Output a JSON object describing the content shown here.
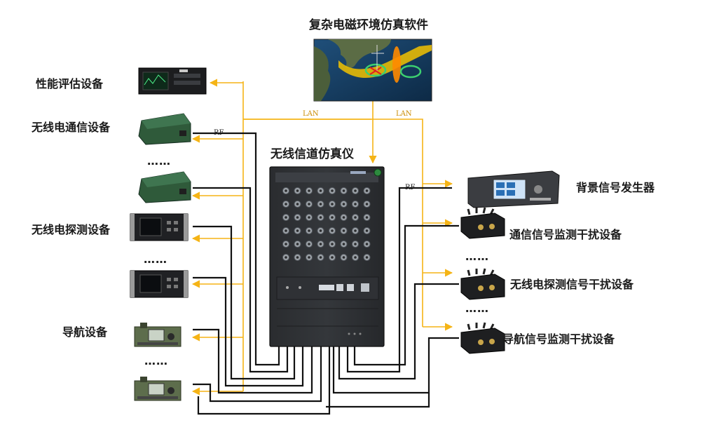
{
  "title_software": "复杂电磁环境仿真软件",
  "title_emulator": "无线信道仿真仪",
  "link_labels": {
    "lan_left": "LAN",
    "lan_right": "LAN",
    "rf_left": "RF",
    "rf_right": "RF"
  },
  "left_devices": {
    "performance_eval": "性能评估设备",
    "wireless_comm": "无线电通信设备",
    "wireless_detect": "无线电探测设备",
    "navigation": "导航设备"
  },
  "right_devices": {
    "background_gen": "背景信号发生器",
    "comm_monitor": "通信信号监测干扰设备",
    "detect_jammer": "无线电探测信号干扰设备",
    "nav_monitor": "导航信号监测干扰设备"
  },
  "ellipsis": "……",
  "colors": {
    "lan": "#f5b416",
    "rf": "#111111",
    "chassis": "#2b2d30"
  },
  "icons": [
    "map-screen-icon",
    "instrument-rack-icon",
    "radio-box-icon",
    "antenna-box-icon",
    "manpack-radio-icon",
    "signal-generator-icon"
  ]
}
